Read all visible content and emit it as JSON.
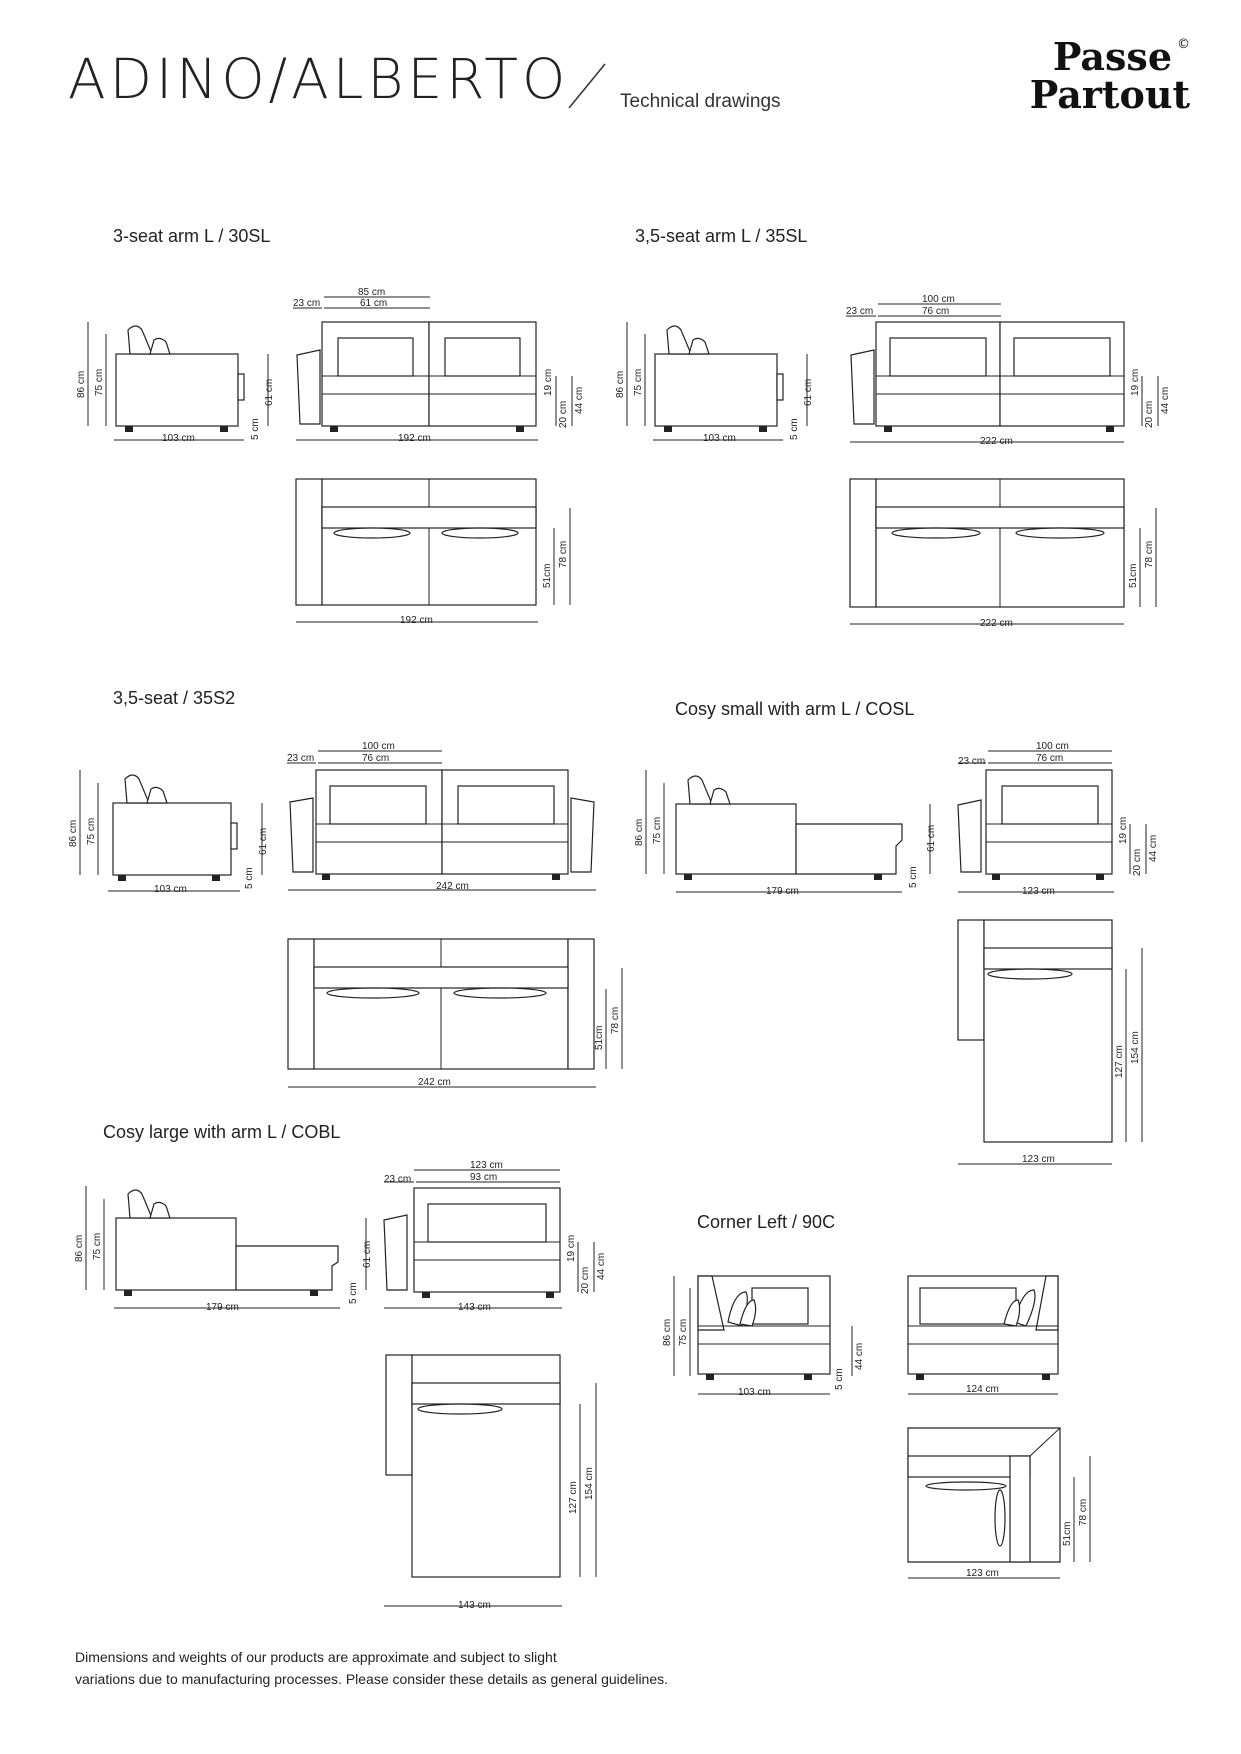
{
  "header": {
    "title": "ADINO/ALBERTO",
    "subtitle": "Technical drawings",
    "logo_line1": "Passe",
    "logo_line2": "Partout",
    "logo_mark": "©"
  },
  "sections": {
    "s30sl": "3-seat arm L   / 30SL",
    "s35sl": "3,5-seat arm L   / 35SL",
    "s35s2": "3,5-seat / 35S2",
    "cosl": "Cosy small with arm L  / COSL",
    "cobl": "Cosy large with arm L  / COBL",
    "c90": "Corner Left  / 90C"
  },
  "dims": {
    "a_86": "86 cm",
    "a_75": "75 cm",
    "a_103": "103 cm",
    "a_61": "61 cm",
    "a_5": "5 cm",
    "a_23": "23 cm",
    "a_85": "85 cm",
    "a_61b": "61 cm",
    "a_192": "192 cm",
    "a_19": "19 cm",
    "a_20": "20 cm",
    "a_44": "44 cm",
    "a_51": "51cm",
    "a_78": "78 cm",
    "a_192b": "192 cm",
    "b_86": "86 cm",
    "b_75": "75 cm",
    "b_103": "103 cm",
    "b_61": "61 cm",
    "b_5": "5 cm",
    "b_23": "23 cm",
    "b_100": "100 cm",
    "b_76": "76 cm",
    "b_222": "222 cm",
    "b_19": "19 cm",
    "b_20": "20 cm",
    "b_44": "44 cm",
    "b_51": "51cm",
    "b_78": "78 cm",
    "b_222b": "222 cm",
    "c_86": "86 cm",
    "c_75": "75 cm",
    "c_103": "103 cm",
    "c_61": "61 cm",
    "c_5": "5 cm",
    "c_23": "23 cm",
    "c_100": "100 cm",
    "c_76": "76 cm",
    "c_242": "242 cm",
    "c_51": "51cm",
    "c_78": "78 cm",
    "c_242b": "242 cm",
    "d_86": "86 cm",
    "d_75": "75 cm",
    "d_179": "179 cm",
    "d_61": "61 cm",
    "d_5": "5 cm",
    "d_23": "23 cm",
    "d_100": "100 cm",
    "d_76": "76 cm",
    "d_123": "123 cm",
    "d_19": "19 cm",
    "d_20": "20 cm",
    "d_44": "44 cm",
    "d_127": "127 cm",
    "d_154": "154 cm",
    "d_123b": "123 cm",
    "e_86": "86 cm",
    "e_75": "75 cm",
    "e_179": "179 cm",
    "e_61": "61 cm",
    "e_5": "5 cm",
    "e_23": "23 cm",
    "e_123": "123 cm",
    "e_93": "93 cm",
    "e_143": "143 cm",
    "e_19": "19 cm",
    "e_20": "20 cm",
    "e_44": "44 cm",
    "e_127": "127 cm",
    "e_154": "154 cm",
    "e_143b": "143 cm",
    "f_86": "86 cm",
    "f_75": "75 cm",
    "f_103": "103 cm",
    "f_44": "44 cm",
    "f_5": "5 cm",
    "f_124": "124 cm",
    "f_51": "51cm",
    "f_78": "78 cm",
    "f_123": "123 cm"
  },
  "footer": {
    "line1": "Dimensions and weights of our products are approximate and subject to slight",
    "line2": "variations due to manufacturing processes. Please consider these details as general guidelines."
  }
}
